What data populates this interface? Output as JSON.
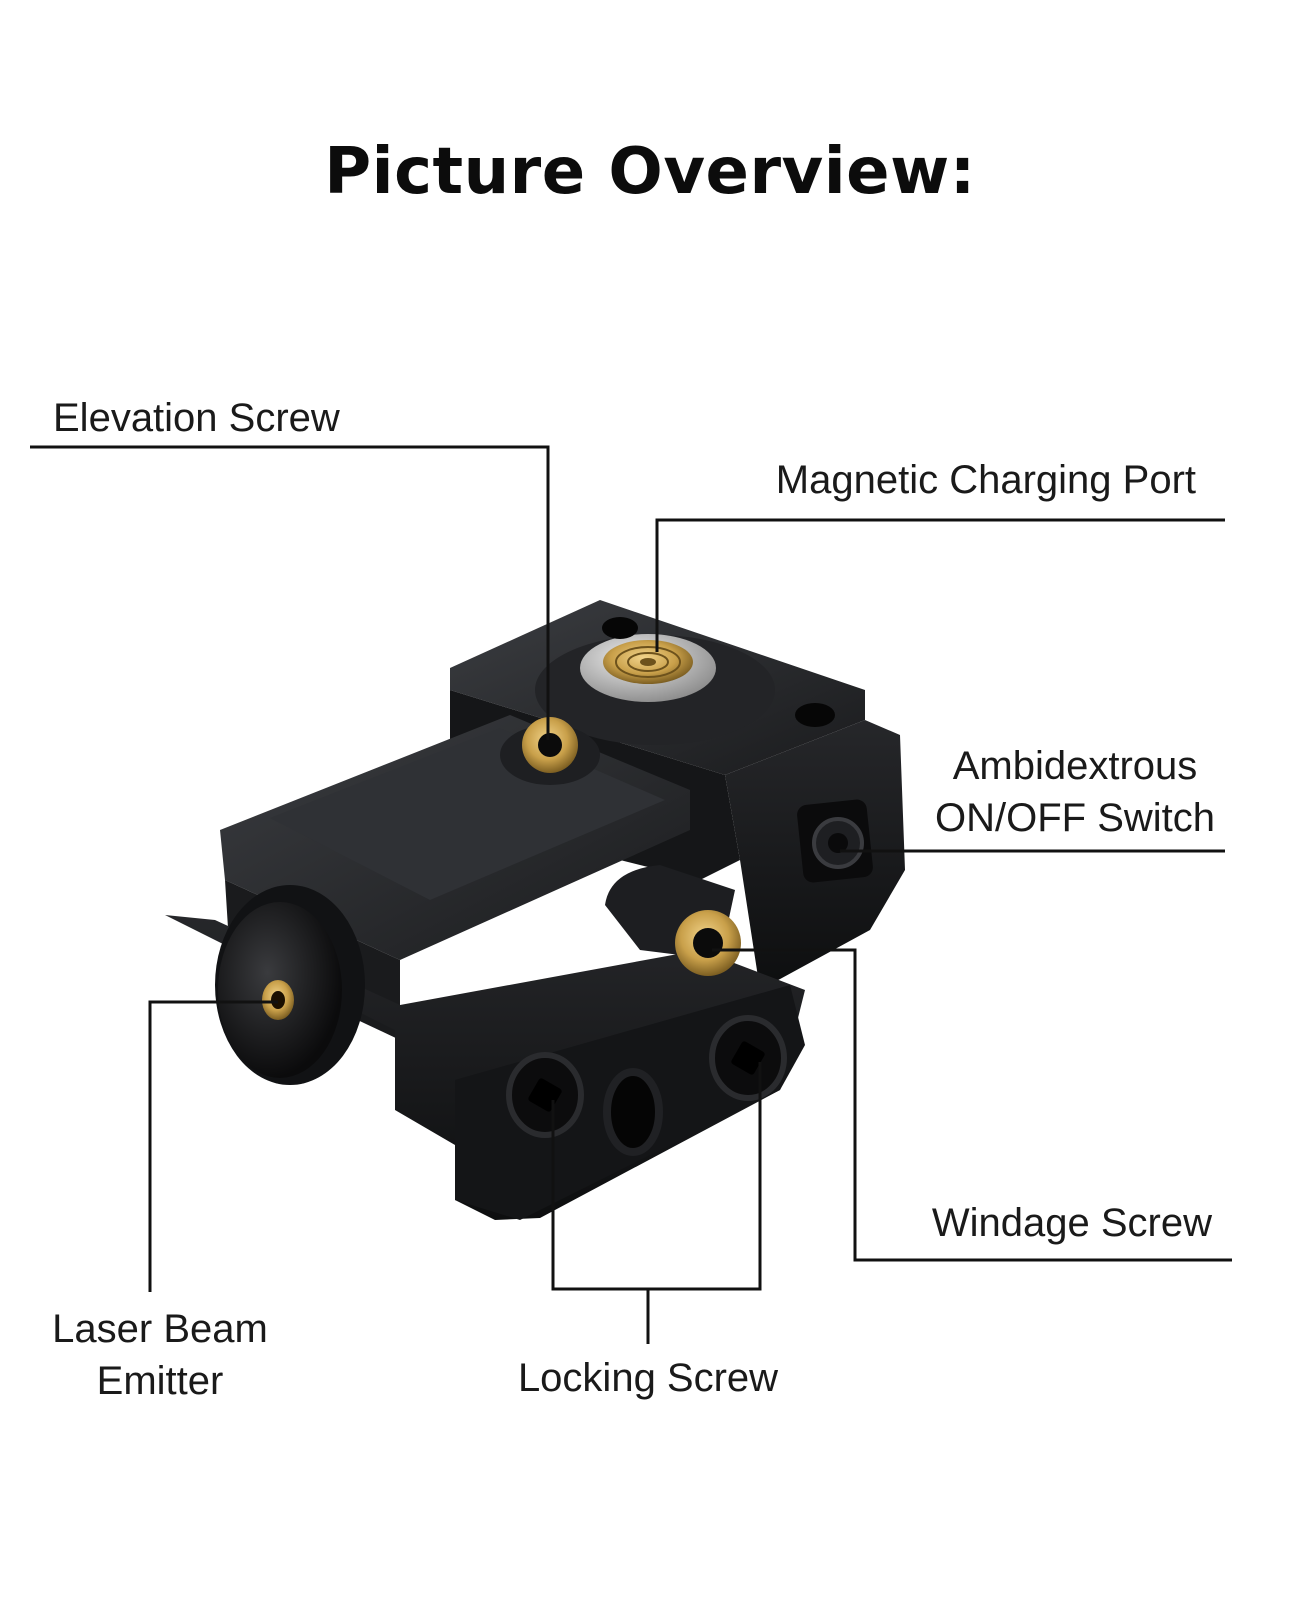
{
  "title": "Picture Overview:",
  "labels": {
    "elevation_screw": "Elevation Screw",
    "magnetic_charging_port": "Magnetic Charging Port",
    "switch_line1": "Ambidextrous",
    "switch_line2": "ON/OFF Switch",
    "windage_screw": "Windage Screw",
    "emitter_line1": "Laser Beam",
    "emitter_line2": "Emitter",
    "locking_screw": "Locking Screw"
  },
  "colors": {
    "background": "#ffffff",
    "body_black": "#1b1c1e",
    "body_dark": "#0e0f10",
    "body_highlight": "#3a3c40",
    "brass": "#c9a04a",
    "leader_line": "#111111"
  },
  "product": "laser-sight-illustration"
}
